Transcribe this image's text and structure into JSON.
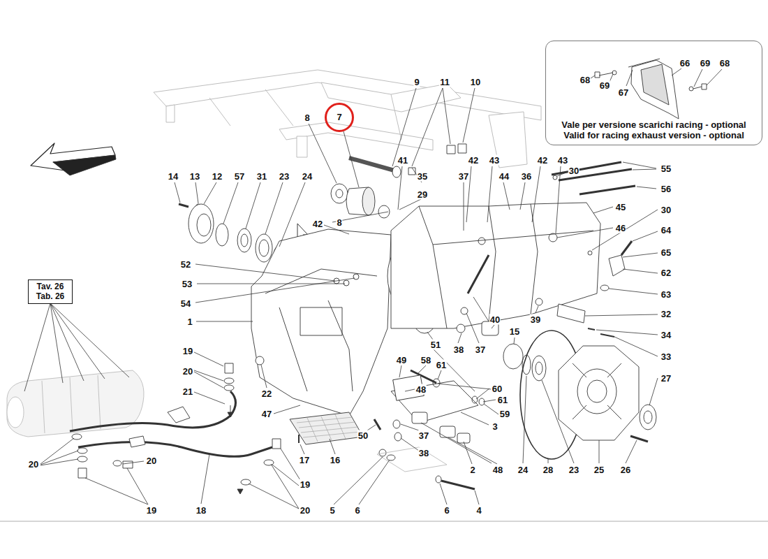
{
  "diagram": {
    "nodes": [
      {
        "text": [
          "Vale per versione scarichi racing - optional",
          "Valid for racing exhaust version - optional"
        ]
      },
      {
        "text": [
          "7"
        ]
      },
      {
        "text": [
          "Tav. 26",
          "Tab. 26"
        ]
      }
    ],
    "labels": [
      "68",
      "69",
      "67",
      "66",
      "69",
      "68",
      "9",
      "11",
      "10",
      "8",
      "41",
      "42",
      "43",
      "42",
      "43",
      "55",
      "30",
      "14",
      "13",
      "12",
      "57",
      "31",
      "23",
      "24",
      "35",
      "37",
      "44",
      "36",
      "56",
      "29",
      "45",
      "30",
      "8",
      "42",
      "46",
      "64",
      "65",
      "52",
      "62",
      "53",
      "63",
      "54",
      "32",
      "1",
      "40",
      "39",
      "15",
      "34",
      "51",
      "38",
      "37",
      "19",
      "33",
      "49",
      "58",
      "61",
      "20",
      "27",
      "60",
      "48",
      "22",
      "21",
      "61",
      "47",
      "59",
      "3",
      "50",
      "37",
      "38",
      "17",
      "16",
      "20",
      "20",
      "2",
      "48",
      "24",
      "28",
      "23",
      "25",
      "26",
      "19",
      "5",
      "6",
      "6",
      "4",
      "19",
      "18",
      "20"
    ]
  }
}
